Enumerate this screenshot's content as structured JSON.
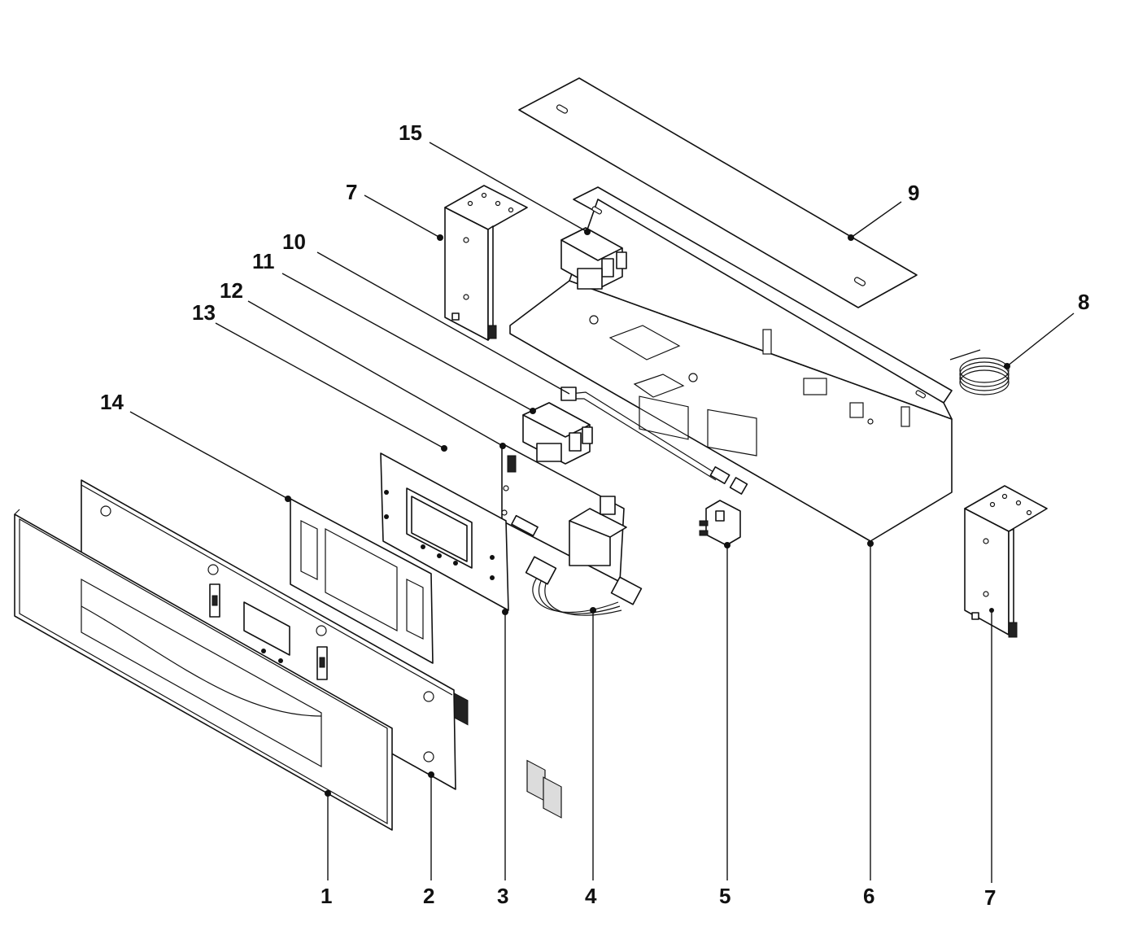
{
  "callouts": {
    "c1": "1",
    "c2": "2",
    "c3": "3",
    "c4": "4",
    "c5": "5",
    "c6": "6",
    "c7_right": "7",
    "c7_top": "7",
    "c8": "8",
    "c9": "9",
    "c10": "10",
    "c11": "11",
    "c12": "12",
    "c13": "13",
    "c14": "14",
    "c15": "15"
  }
}
